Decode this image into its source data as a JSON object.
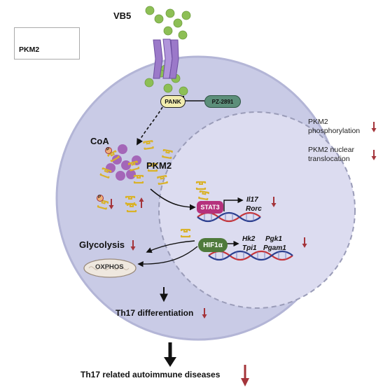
{
  "labels": {
    "vb5": "VB5",
    "legend": "PKM2",
    "pank": "PANK",
    "pz": "PZ-2891",
    "coa": "CoA",
    "pkm2": "PKM2",
    "p": "P",
    "stat3": "STAT3",
    "il17": "Il17",
    "rorc": "Rorc",
    "hif": "HIF1α",
    "hk2": "Hk2",
    "pgk1": "Pgk1",
    "tpi1": "Tpi1",
    "pgam1": "Pgam1",
    "glycolysis": "Glycolysis",
    "oxphos": "OXPHOS",
    "th17diff": "Th17 differentiation",
    "diseases": "Th17 related autoimmune diseases",
    "side1a": "PKM2",
    "side1b": "phosphorylation",
    "side2a": "PKM2 nuclear",
    "side2b": "translocation"
  },
  "colors": {
    "cell": "#c9cbe6",
    "cell_border": "#b3b5d6",
    "nucleus": "#dcdcf0",
    "vb5": "#8dbf55",
    "coa": "#a466b8",
    "pkm2": "#d9b22a",
    "transporter": "#9b79c9",
    "pank": "#f2edaf",
    "pz": "#5c8f7a",
    "stat3": "#b5317c",
    "hif": "#4f7a3b",
    "down_arrow": "#a4343a",
    "dna_red": "#c5353b",
    "dna_blue": "#2c3f8f"
  }
}
